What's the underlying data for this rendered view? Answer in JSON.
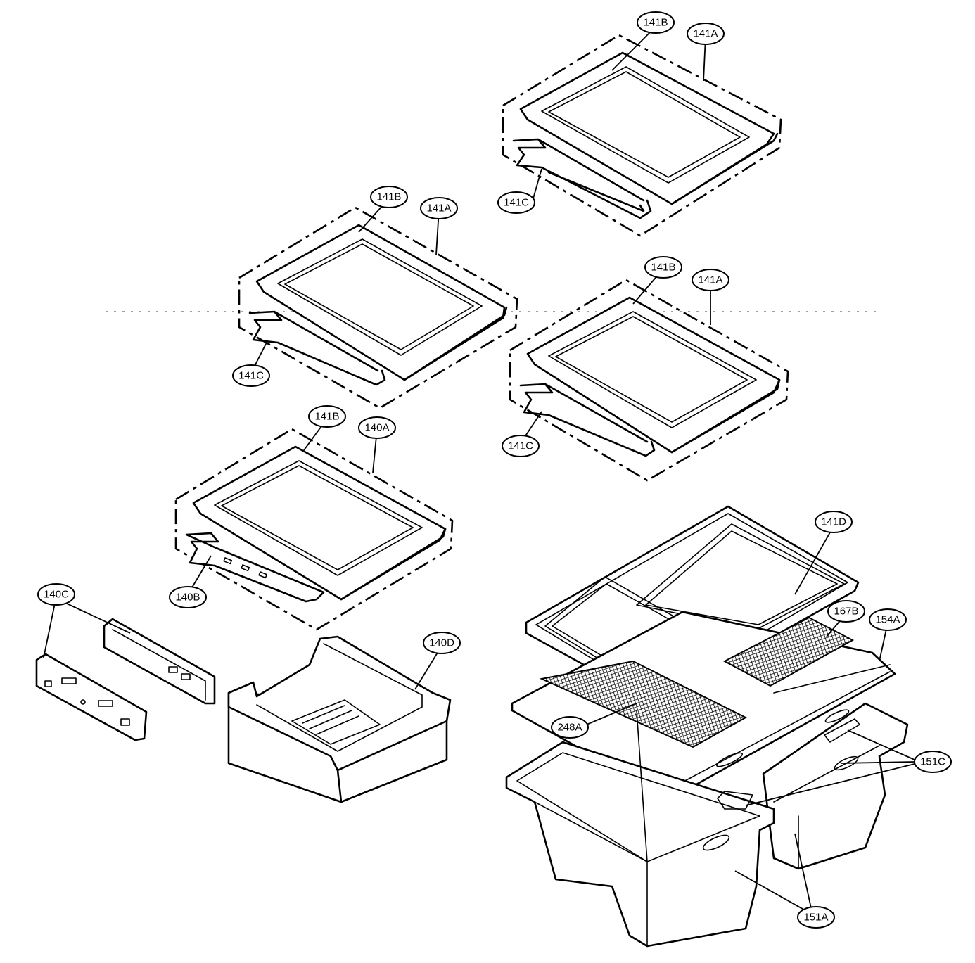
{
  "callouts": {
    "s1_141B": "141B",
    "s1_141A": "141A",
    "s1_141C": "141C",
    "s2_141B": "141B",
    "s2_141A": "141A",
    "s2_141C": "141C",
    "s3_141B": "141B",
    "s3_141A": "141A",
    "s3_141C": "141C",
    "s4_141B": "141B",
    "s4_140A": "140A",
    "s4_140B": "140B",
    "p_140C": "140C",
    "p_140D": "140D",
    "p_141D": "141D",
    "p_167B": "167B",
    "p_154A": "154A",
    "p_151C": "151C",
    "p_248A": "248A",
    "p_151A": "151A"
  }
}
